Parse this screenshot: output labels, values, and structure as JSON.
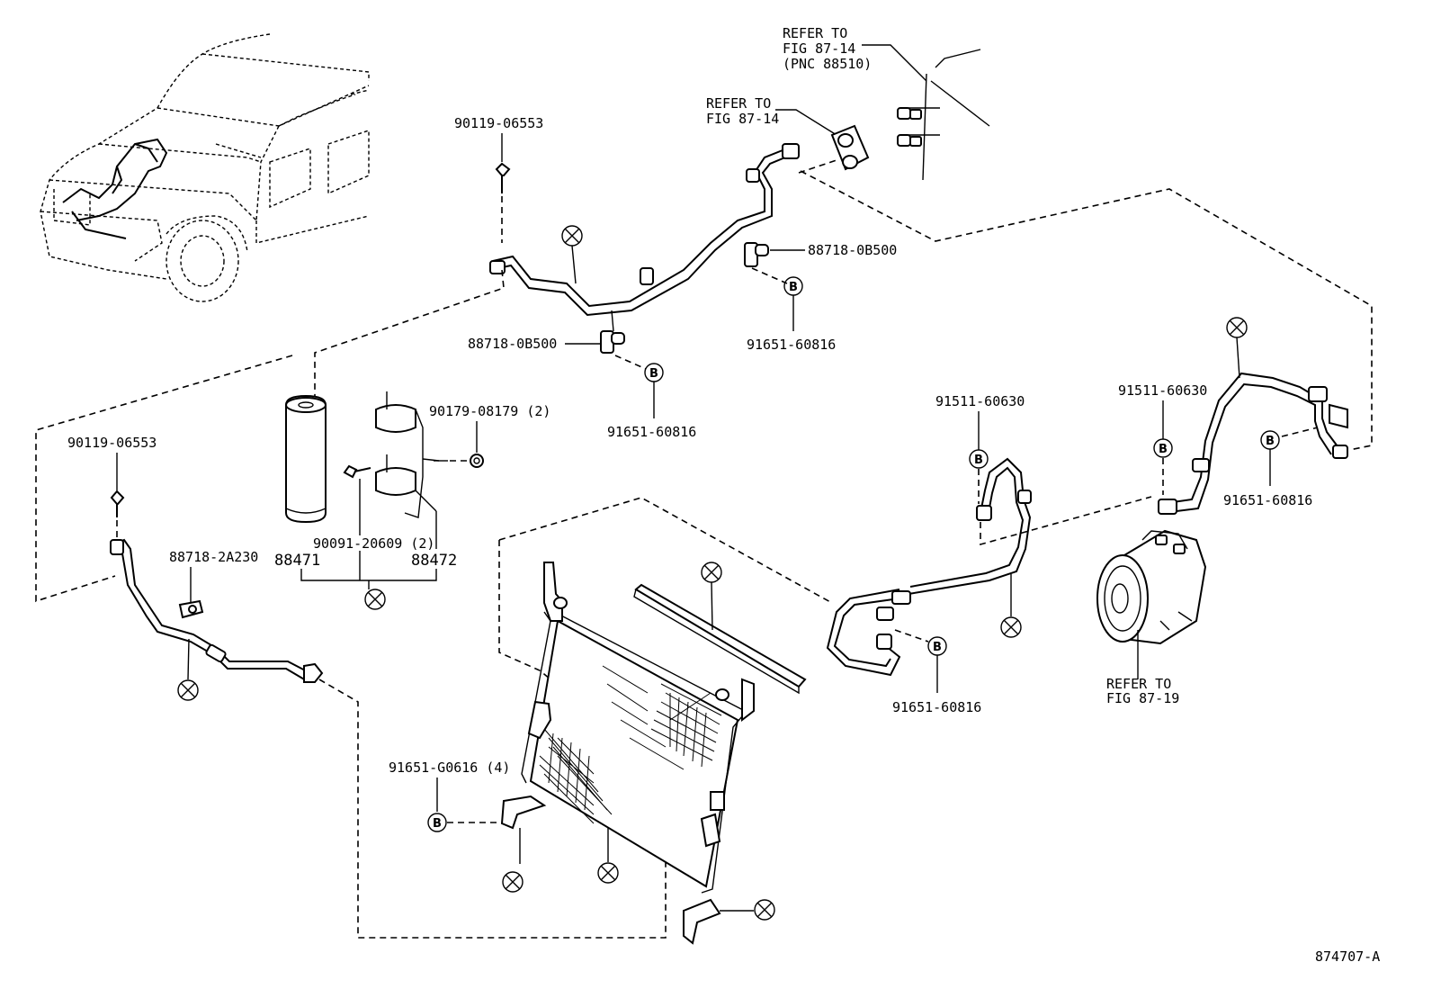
{
  "refer_notes": {
    "top": [
      "REFER TO",
      "FIG 87-14",
      "(PNC 88510)"
    ],
    "upper": [
      "REFER TO",
      "FIG 87-14"
    ],
    "compressor": [
      "REFER TO",
      "FIG 87-19"
    ]
  },
  "part_numbers": {
    "bolt_top": "90119-06553",
    "bolt_left": "90119-06553",
    "clamp_top_right": "88718-0B500",
    "clamp_top_mid": "88718-0B500",
    "oring_top_right": "91651-60816",
    "oring_top_mid": "91651-60816",
    "bracket_nut": "90179-08179 (2)",
    "bracket_bolt": "90091-20609 (2)",
    "receiver": "88471",
    "bracket": "88472",
    "clamp_left": "88718-2A230",
    "bolt_mid_right": "91511-60630",
    "bolt_far_right": "91511-60630",
    "oring_far_right": "91651-60816",
    "oring_mid_right": "91651-60816",
    "oring_condenser": "91651-G0616 (4)"
  },
  "markers": {
    "b": "B"
  },
  "figure_code": "874707-A"
}
